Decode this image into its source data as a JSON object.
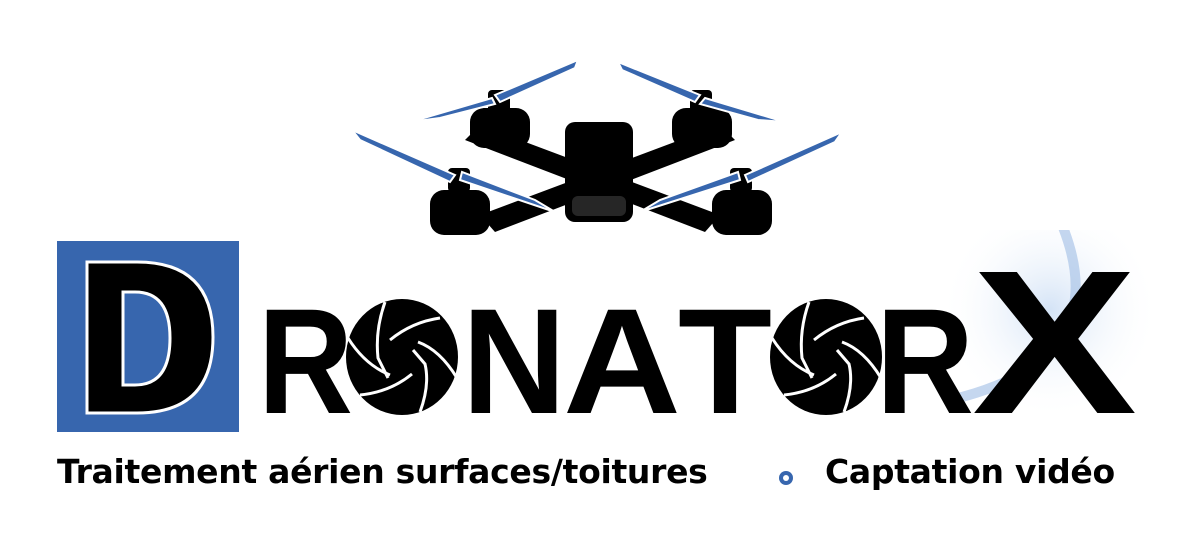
{
  "logo": {
    "wordmark": "DRONATORX",
    "brand_color": "#3766ae",
    "icon": "drone-icon"
  },
  "tagline": {
    "left": "Traitement aérien surfaces/toitures",
    "right": "Captation vidéo"
  }
}
